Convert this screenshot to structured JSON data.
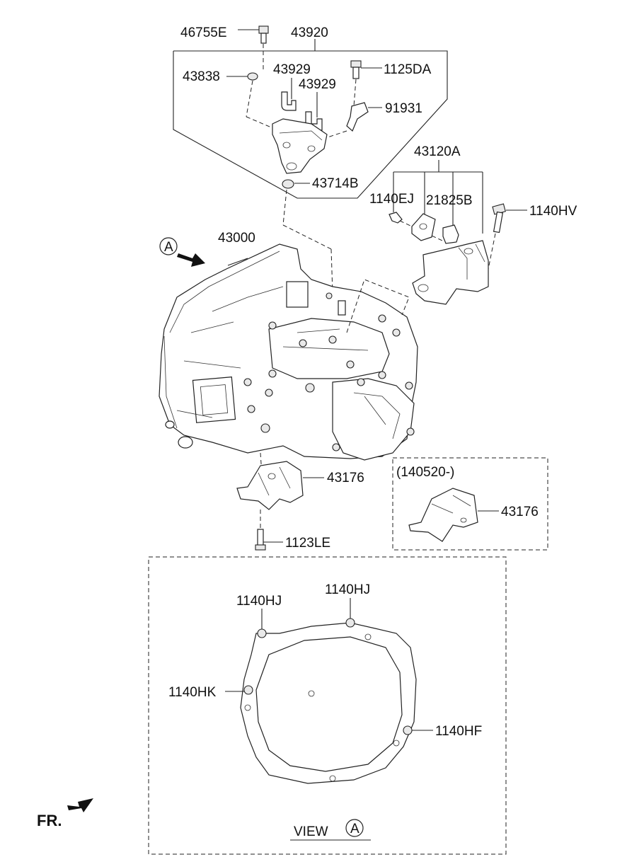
{
  "labels": {
    "p46755E": "46755E",
    "p43920": "43920",
    "p43838": "43838",
    "p43929a": "43929",
    "p43929b": "43929",
    "p1125DA": "1125DA",
    "p91931": "91931",
    "p43120A": "43120A",
    "p43714B": "43714B",
    "p1140EJ": "1140EJ",
    "p21825B": "21825B",
    "p1140HV": "1140HV",
    "p43000": "43000",
    "viewA_marker": "A",
    "p43176a": "43176",
    "p1123LE": "1123LE",
    "date_note": "(140520-)",
    "p43176b": "43176",
    "p1140HJ_left": "1140HJ",
    "p1140HJ_right": "1140HJ",
    "p1140HK": "1140HK",
    "p1140HF": "1140HF",
    "view_text": "VIEW",
    "view_circle": "A",
    "fr": "FR."
  }
}
